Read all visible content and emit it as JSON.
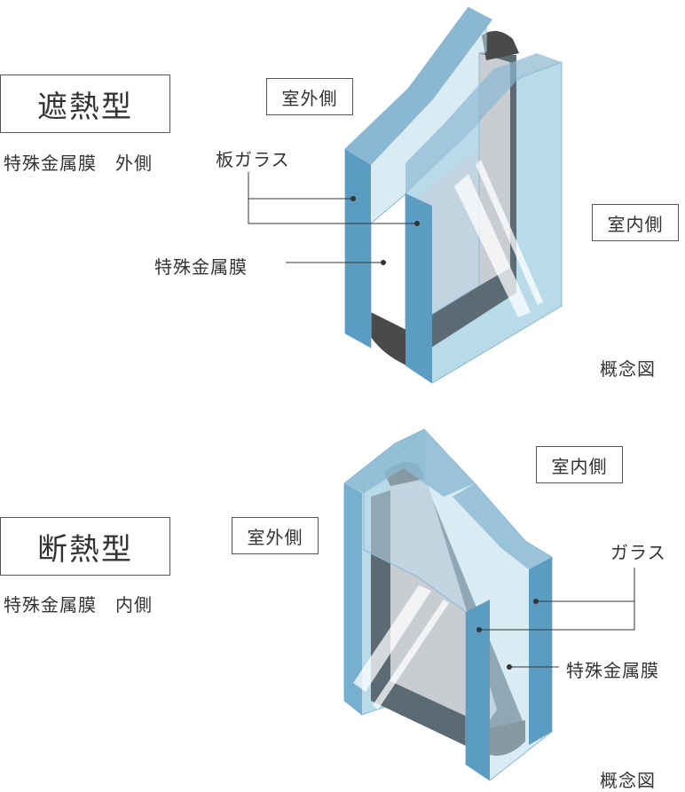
{
  "top": {
    "type_title": "遮熱型",
    "subtitle": "特殊金属膜　外側",
    "outside_label": "室外側",
    "inside_label": "室内側",
    "glass_label": "板ガラス",
    "film_label": "特殊金属膜",
    "concept_label": "概念図"
  },
  "bottom": {
    "type_title": "断熱型",
    "subtitle": "特殊金属膜　内側",
    "outside_label": "室外側",
    "inside_label": "室内側",
    "glass_label": "ガラス",
    "film_label": "特殊金属膜",
    "concept_label": "概念図"
  },
  "colors": {
    "glass_edge": "#5b9cc2",
    "glass_face": "#b9dbe9",
    "glass_top": "#8ab8d2",
    "spacer": "#4a4a4a",
    "interior": "#c9cdd2",
    "shadow": "#5c6a74"
  }
}
